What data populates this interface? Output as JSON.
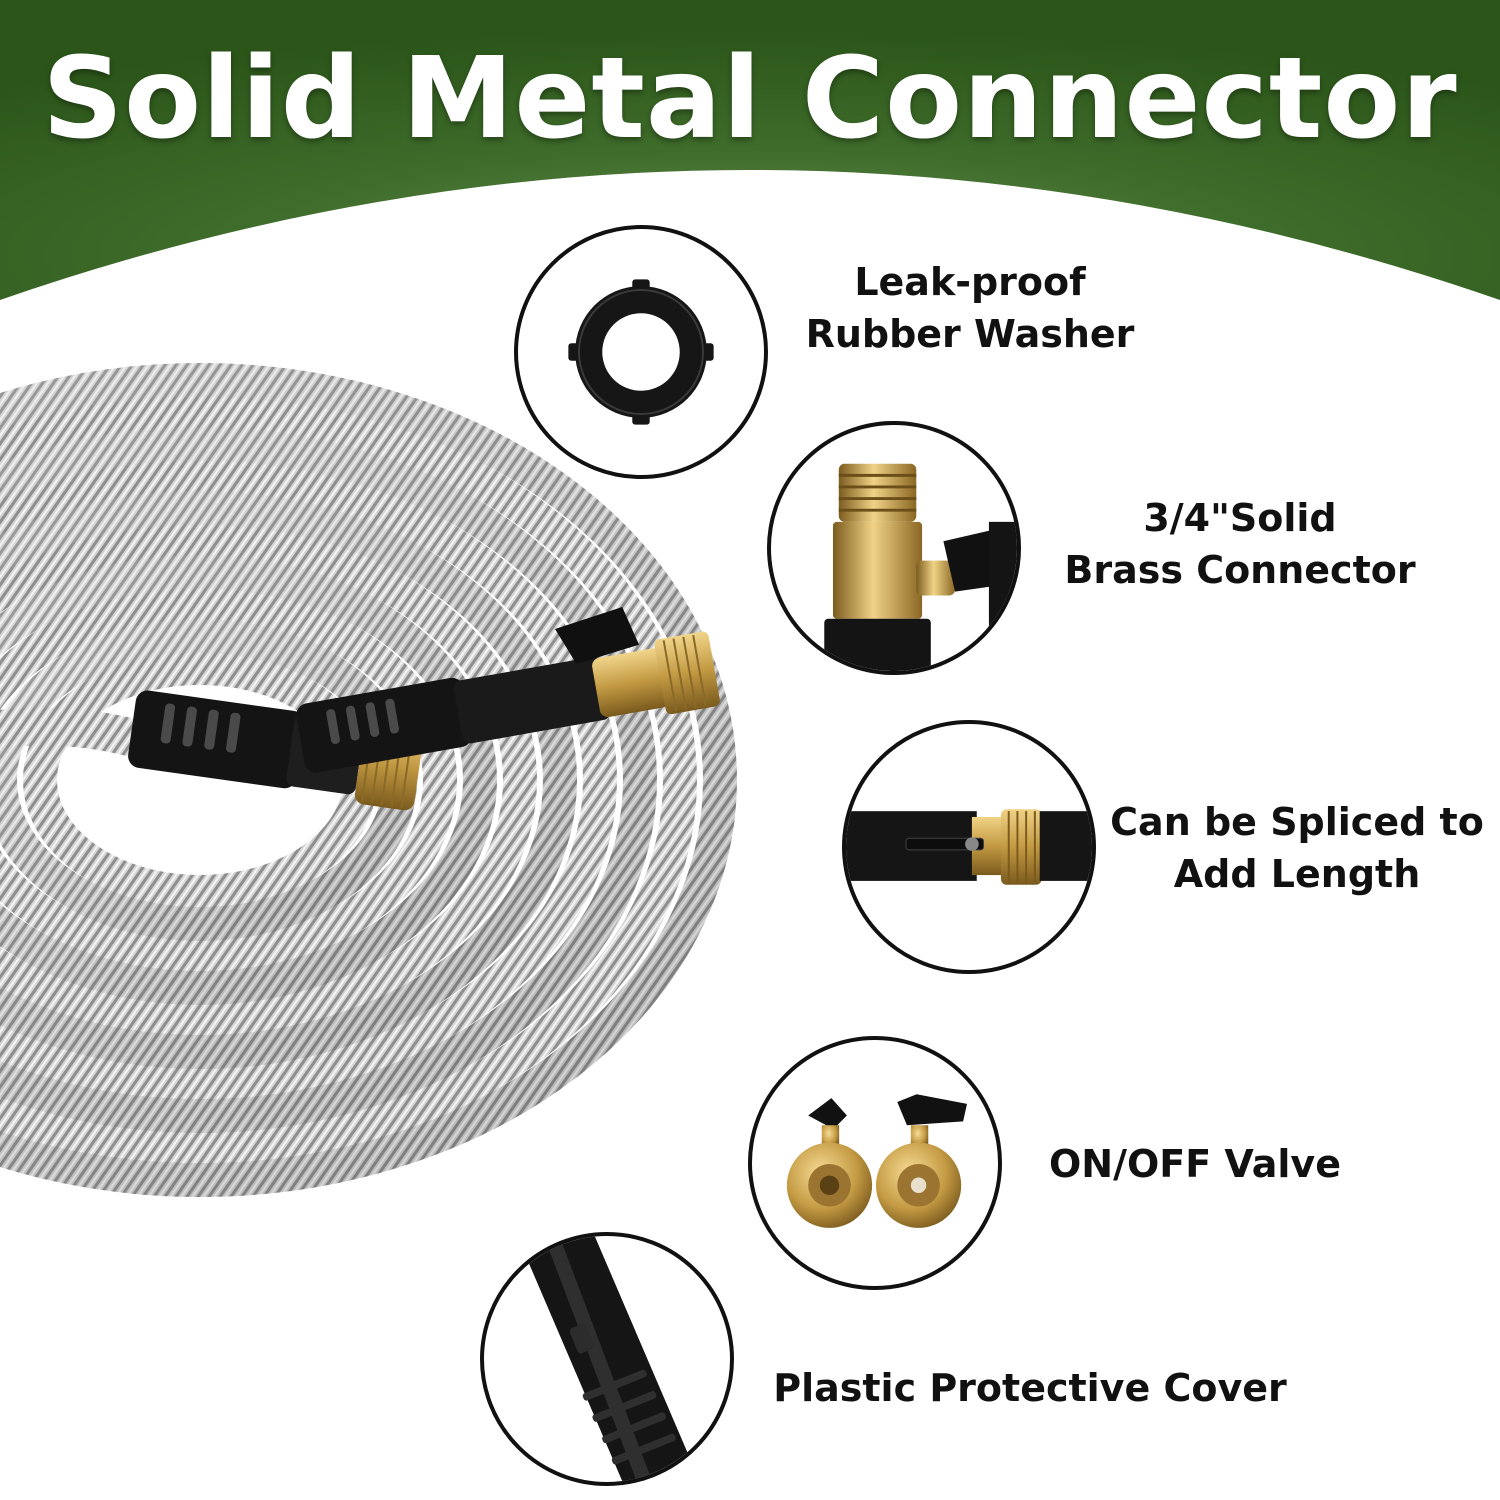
{
  "banner": {
    "title": "Solid Metal Connector",
    "color_top": "#2e5a1c",
    "color_highlight": "#5f8a4e"
  },
  "features": [
    {
      "line1": "Leak-proof",
      "line2": "Rubber Washer",
      "icon": "rubber-washer-icon"
    },
    {
      "line1": "3/4\"Solid",
      "line2": "Brass Connector",
      "icon": "brass-connector-icon"
    },
    {
      "line1": "Can be Spliced to",
      "line2": "Add Length",
      "icon": "splice-connector-icon"
    },
    {
      "line1": "ON/OFF Valve",
      "icon": "on-off-valve-icon"
    },
    {
      "line1": "Plastic Protective Cover",
      "icon": "protective-cover-icon"
    }
  ],
  "colors": {
    "brass": "#c9a24a",
    "hose_steel": "#c8c8c8",
    "fitting_black": "#151515",
    "border": "#111111"
  }
}
